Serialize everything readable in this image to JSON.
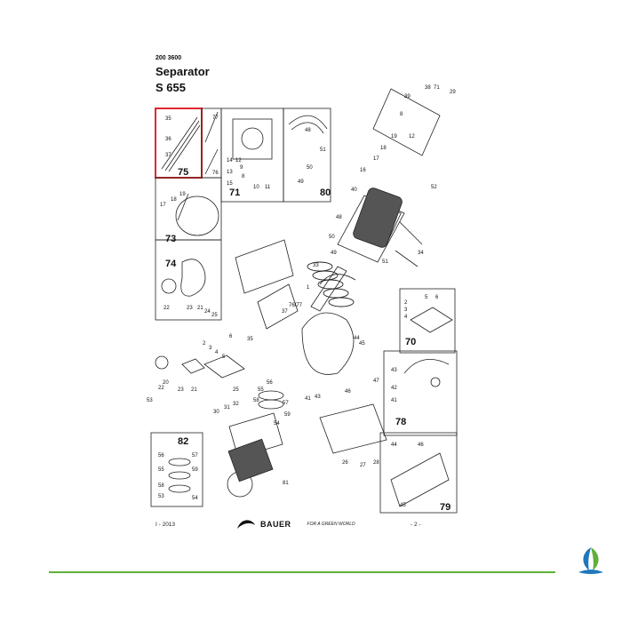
{
  "header": {
    "doc_number": "200 3600",
    "title": "Separator",
    "model": "S 655"
  },
  "footer": {
    "date": "I - 2013",
    "page": "- 2 -",
    "brand_name": "BAUER",
    "brand_slogan": "FOR A GREEN WORLD"
  },
  "panels": [
    {
      "id": "75",
      "label": "75",
      "highlighted": true,
      "parts": [
        "35",
        "36",
        "37"
      ]
    },
    {
      "id": "77_76",
      "labels": [
        "77",
        "76"
      ]
    },
    {
      "id": "71",
      "label": "71",
      "parts": [
        "14",
        "12",
        "13",
        "15",
        "9",
        "8",
        "10",
        "11"
      ]
    },
    {
      "id": "80",
      "label": "80",
      "parts": [
        "48",
        "51",
        "50",
        "49"
      ]
    },
    {
      "id": "73",
      "label": "73",
      "parts": [
        "17",
        "18",
        "19"
      ]
    },
    {
      "id": "74",
      "label": "74",
      "parts": [
        "22",
        "23",
        "21",
        "24",
        "25"
      ]
    },
    {
      "id": "70",
      "label": "70",
      "parts": [
        "2",
        "3",
        "4",
        "5",
        "6"
      ]
    },
    {
      "id": "78",
      "label": "78",
      "parts": [
        "41",
        "42",
        "43"
      ]
    },
    {
      "id": "82",
      "label": "82",
      "parts": [
        "56",
        "55",
        "59",
        "57",
        "58",
        "53",
        "54"
      ]
    },
    {
      "id": "79",
      "label": "79",
      "parts": [
        "44",
        "46",
        "45"
      ]
    }
  ],
  "callouts": {
    "top_right": [
      "39",
      "38",
      "71",
      "29",
      "8",
      "12",
      "19",
      "18",
      "17",
      "16",
      "40",
      "48",
      "50",
      "49",
      "51",
      "52",
      "34"
    ],
    "center": [
      "33",
      "1",
      "76/77",
      "37",
      "35",
      "2",
      "3",
      "4",
      "5",
      "6",
      "44",
      "45",
      "46",
      "47",
      "41",
      "43",
      "26",
      "27",
      "28",
      "30",
      "31",
      "32",
      "54",
      "55",
      "56",
      "57",
      "58",
      "59",
      "53",
      "22",
      "20",
      "23",
      "21",
      "25",
      "81"
    ]
  },
  "colors": {
    "highlight_box": "#e0262b",
    "divider_green": "#5fb13a",
    "logo_blue": "#1f77bd",
    "logo_green": "#5fb13a"
  }
}
